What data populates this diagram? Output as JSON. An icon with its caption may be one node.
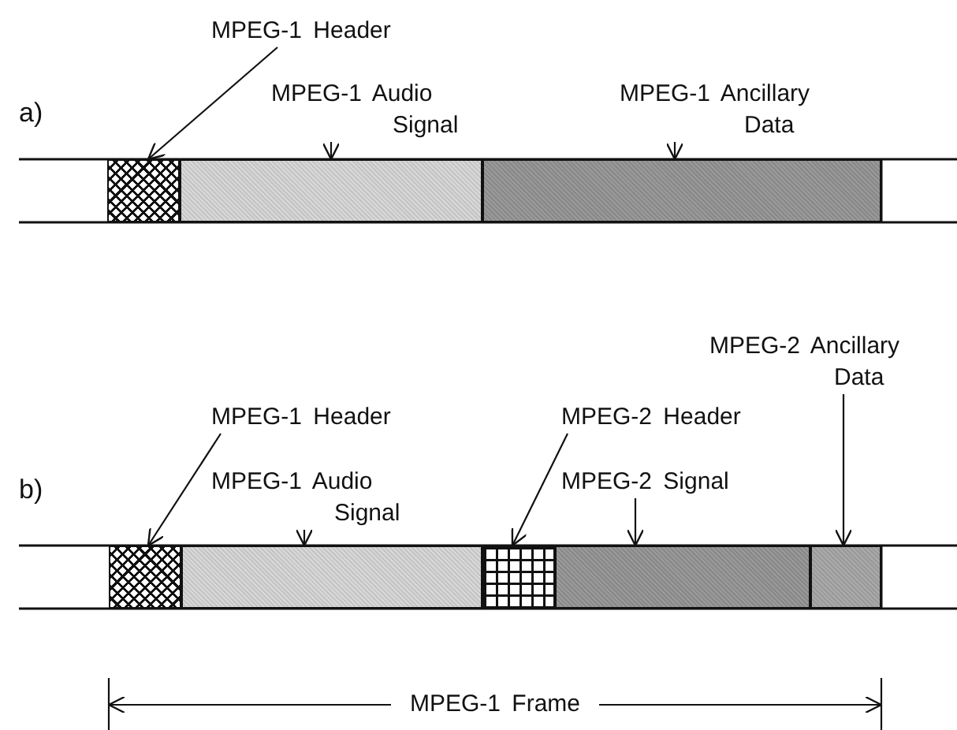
{
  "diagram": {
    "nodes": [
      {
        "text": [
          "MPEG-1 Header"
        ]
      },
      {
        "text": [
          "MPEG-1 Audio Signal"
        ]
      },
      {
        "text": [
          "MPEG-1 Ancillary Data"
        ]
      },
      {
        "text": [],
        "shape": "box"
      },
      {
        "text": [],
        "shape": "box"
      },
      {
        "text": [],
        "shape": "box"
      },
      {
        "text": [
          "MPEG-2 Ancillary Data"
        ]
      },
      {
        "text": [
          "MPEG-1 Header"
        ]
      },
      {
        "text": [
          "MPEG-2 Header"
        ]
      },
      {
        "text": [
          "MPEG-1 Audio Signal"
        ]
      },
      {
        "text": [
          "MPEG-2 Signal"
        ]
      },
      {
        "text": [],
        "shape": "box"
      },
      {
        "text": [],
        "shape": "box"
      },
      {
        "text": [],
        "shape": "box"
      },
      {
        "text": [],
        "shape": "box"
      },
      {
        "text": [],
        "shape": "box"
      }
    ],
    "edges": [
      {
        "from": 0,
        "to": 3,
        "arrow": "to"
      },
      {
        "from": 1,
        "to": 4,
        "arrow": "to"
      },
      {
        "from": 2,
        "to": 5,
        "arrow": "to"
      },
      {
        "from": 6,
        "to": 15,
        "arrow": "to"
      },
      {
        "from": 7,
        "to": 11,
        "arrow": "to"
      },
      {
        "from": 8,
        "to": 13,
        "arrow": "to"
      },
      {
        "from": 9,
        "to": 12,
        "arrow": "to"
      },
      {
        "from": 10,
        "to": 14,
        "arrow": "to"
      }
    ],
    "labels": [
      "a)",
      "b)",
      "MPEG-1 Frame"
    ]
  }
}
